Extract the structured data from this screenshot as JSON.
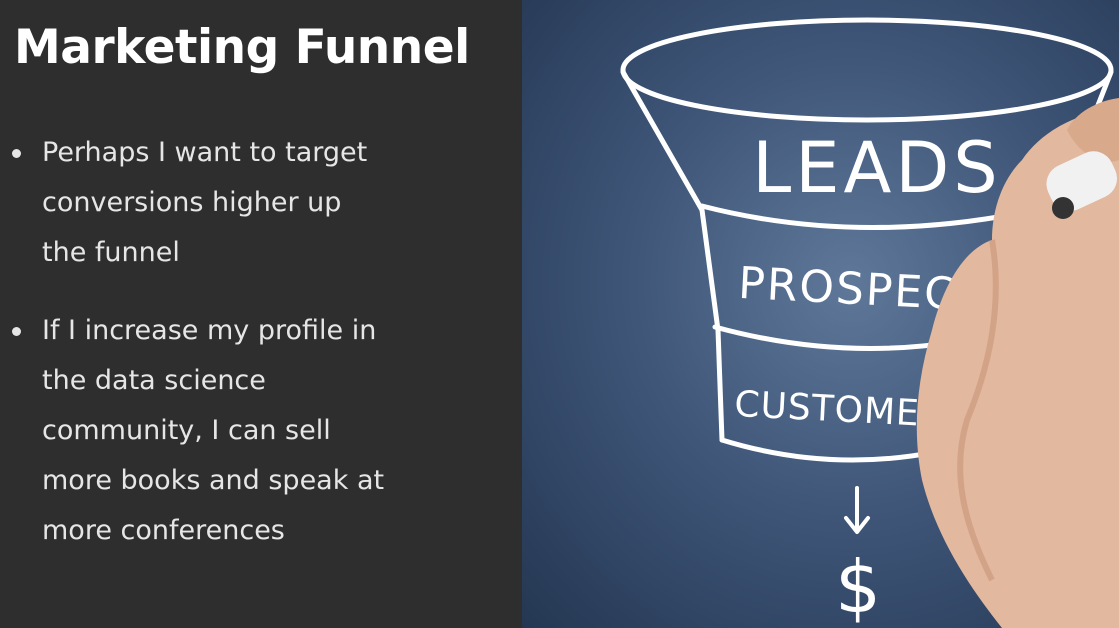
{
  "slide": {
    "title": "Marketing Funnel",
    "bullets": [
      {
        "lines": [
          "Perhaps I want to target",
          "conversions higher up",
          "the funnel"
        ]
      },
      {
        "lines": [
          "If I increase my profile in",
          "the data science",
          "community, I can sell",
          "more books and speak at",
          "more conferences"
        ]
      }
    ]
  },
  "illustration": {
    "stages": [
      "LEADS",
      "PROSPECTS",
      "CUSTOMERS"
    ],
    "result_symbol": "$",
    "colors": {
      "background": "#40577a",
      "chalk": "#ffffff",
      "panel": "#2e2e2f"
    }
  }
}
